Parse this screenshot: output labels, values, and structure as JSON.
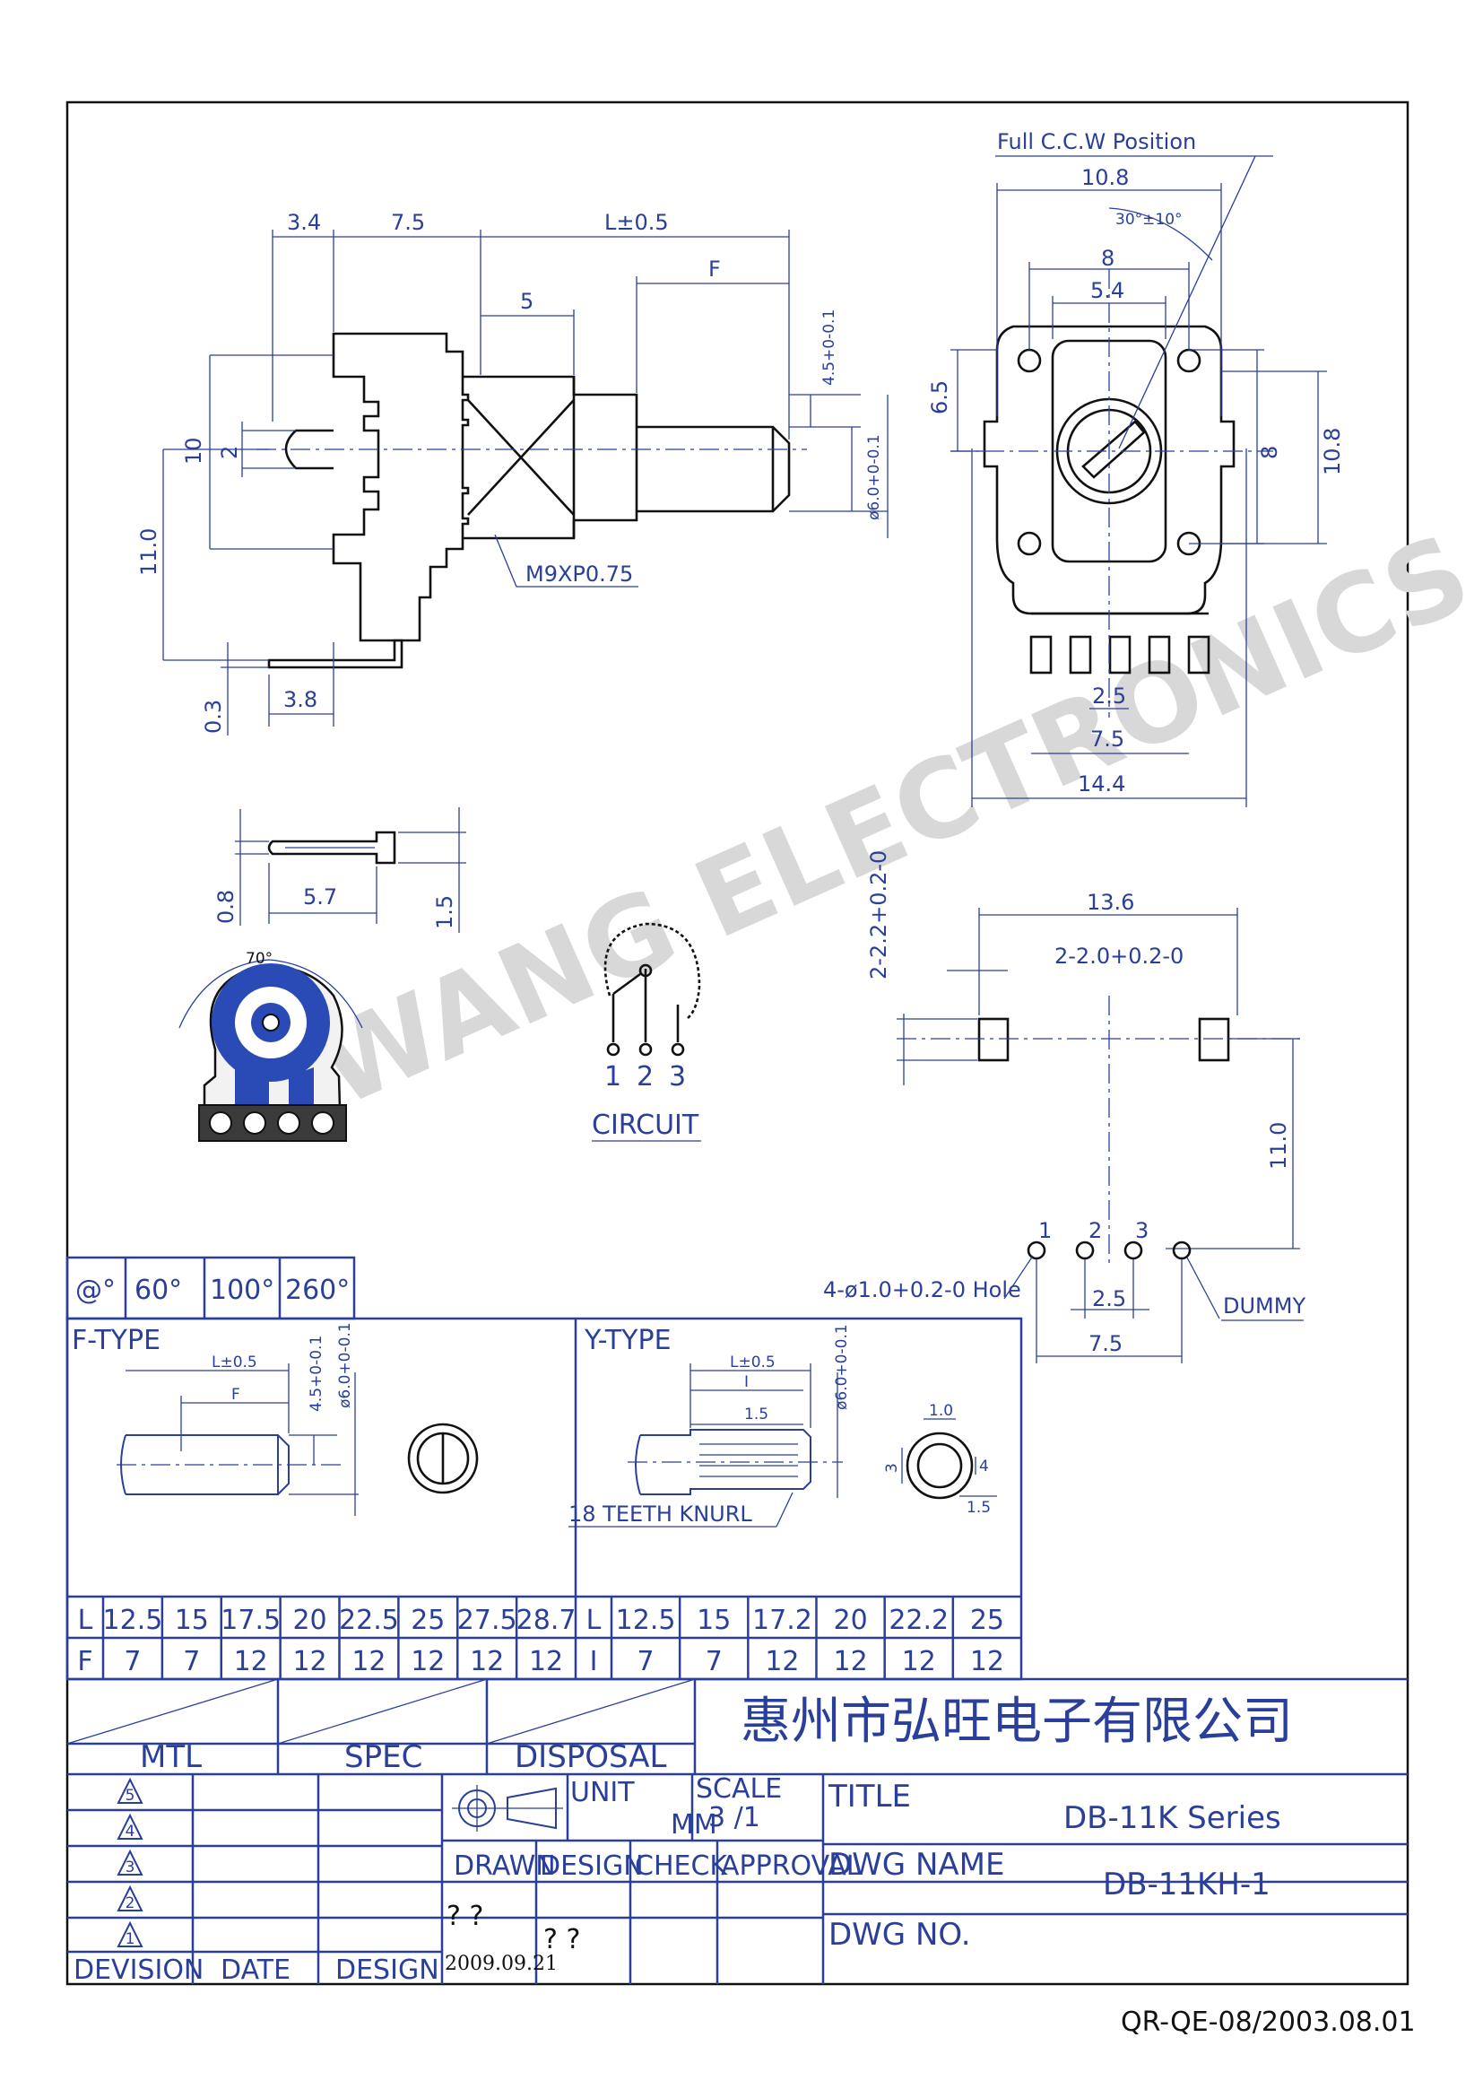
{
  "watermark": "WANG ELECTRONICS",
  "side_view": {
    "dims": {
      "d1": "3.4",
      "d2": "7.5",
      "d3": "L±0.5",
      "d4": "F",
      "d5": "5",
      "d6": "4.5+0-0.1",
      "d7": "10",
      "d8": "2",
      "d9": "11.0",
      "d10": "ø6.0+0-0.1",
      "d11": "0.3",
      "d12": "3.8"
    },
    "thread_label": "M9XP0.75"
  },
  "front_view": {
    "position_label": "Full C.C.W Position",
    "dims": {
      "w1": "10.8",
      "angle": "30°±10°",
      "w2": "8",
      "w3": "5.4",
      "h1": "6.5",
      "h2": "8",
      "h3": "10.8",
      "p1": "2.5",
      "p2": "7.5",
      "p3": "14.4"
    }
  },
  "terminal_detail": {
    "d1": "0.8",
    "d2": "5.7",
    "d3": "1.5"
  },
  "resistor_element": {
    "angle": "70°"
  },
  "circuit": {
    "pins": [
      "1",
      "2",
      "3"
    ],
    "label": "CIRCUIT"
  },
  "footprint": {
    "dims": {
      "d1": "13.6",
      "d2": "2-2.0+0.2-0",
      "d3": "2-2.2+0.2-0",
      "d4": "11.0",
      "hole": "4-ø1.0+0.2-0 Hole",
      "d5": "2.5",
      "d6": "7.5"
    },
    "pins": [
      "1",
      "2",
      "3"
    ],
    "dummy": "DUMMY"
  },
  "angle_table": [
    "@°",
    "60°",
    "100°",
    "260°"
  ],
  "f_type": {
    "label": "F-TYPE",
    "dims": {
      "l": "L±0.5",
      "f": "F",
      "d1": "4.5+0-0.1",
      "d2": "ø6.0+0-0.1"
    },
    "header": [
      "L",
      "12.5",
      "15",
      "17.5",
      "20",
      "22.5",
      "25",
      "27.5",
      "28.7"
    ],
    "row": [
      "F",
      "7",
      "7",
      "12",
      "12",
      "12",
      "12",
      "12",
      "12"
    ]
  },
  "y_type": {
    "label": "Y-TYPE",
    "dims": {
      "l": "L±0.5",
      "i": "I",
      "k": "1.5",
      "d": "ø6.0+0-0.1",
      "a": "1.0",
      "b": "3",
      "c": "4",
      "e": "1.5"
    },
    "knurl": "18 TEETH KNURL",
    "header": [
      "L",
      "12.5",
      "15",
      "17.2",
      "20",
      "22.2",
      "25"
    ],
    "row": [
      "I",
      "7",
      "7",
      "12",
      "12",
      "12",
      "12"
    ]
  },
  "title_block": {
    "company": "惠州市弘旺电子有限公司",
    "mtl": "MTL",
    "spec": "SPEC",
    "disposal": "DISPOSAL",
    "unit": "UNIT",
    "scale": "SCALE",
    "mm": "MM",
    "scale_val": "3 /1",
    "title_label": "TITLE",
    "title_val": "DB-11K Series",
    "dwg_name_label": "DWG NAME",
    "dwg_name_val": "DB-11KH-1",
    "dwg_no_label": "DWG NO.",
    "drawn": "DRAWN",
    "design": "DESIGN",
    "check": "CHECK",
    "approval": "APPROVAL",
    "q1": "? ?",
    "q2": "? ?",
    "date_val": "2009.09.21",
    "revisions": [
      "5",
      "4",
      "3",
      "2",
      "1"
    ],
    "devision": "DEVISION",
    "date": "DATE",
    "design2": "DESIGN"
  },
  "doc_code": "QR-QE-08/2003.08.01"
}
